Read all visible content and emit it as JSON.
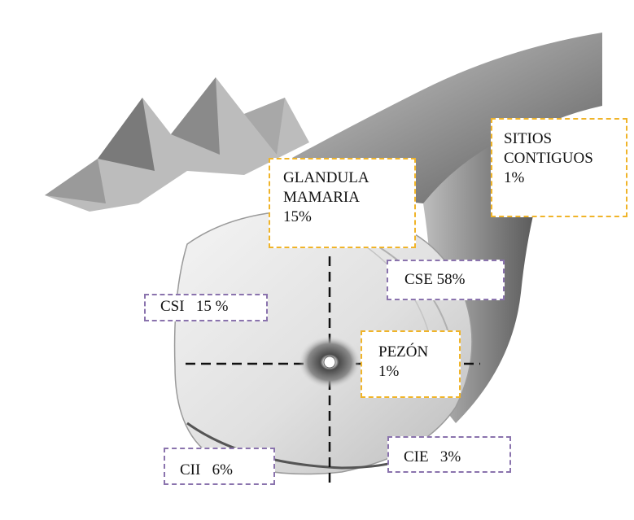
{
  "labels": {
    "sitios_contiguos": "SITIOS\nCONTIGUOS\n1%",
    "glandula_mamaria": "GLANDULA\nMAMARIA\n15%",
    "cse": "CSE 58%",
    "csi": "CSI   15 %",
    "pezon": "PEZÓN\n1%",
    "cii": "CII   6%",
    "cie": "CIE   3%"
  },
  "colors": {
    "primary_box_border": "#f0b429",
    "quadrant_box_border": "#8a73ad"
  }
}
